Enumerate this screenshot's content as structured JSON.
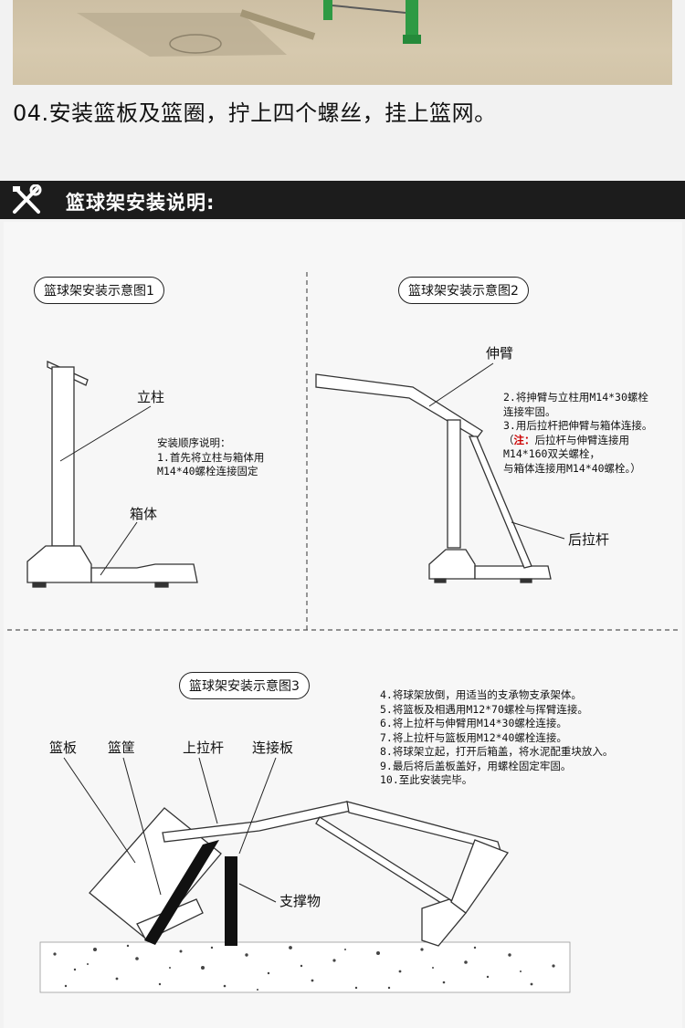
{
  "step_caption": "04.安装篮板及篮圈，拧上四个螺丝，挂上篮网。",
  "section": {
    "title": "篮球架安装说明:",
    "icon": "tools-icon"
  },
  "diagram1": {
    "title": "篮球架安装示意图1",
    "label_post": "立柱",
    "label_box": "箱体",
    "note_title": "安装顺序说明：",
    "note_line1": "1.首先将立柱与箱体用",
    "note_line2": "M14*40螺栓连接固定"
  },
  "diagram2": {
    "title": "篮球架安装示意图2",
    "label_arm": "伸臂",
    "label_rod": "后拉杆",
    "note_line1": "2.将抻臂与立柱用M14*30螺栓",
    "note_line2": "连接牢固。",
    "note_line3": "3.用后拉杆把伸臂与箱体连接。",
    "note_prefix": "（",
    "note_red": "注：",
    "note_line4": "后拉杆与伸臂连接用",
    "note_line5": "M14*160双关螺栓，",
    "note_line6": "与箱体连接用M14*40螺栓。）"
  },
  "diagram3": {
    "title": "篮球架安装示意图3",
    "label_board": "篮板",
    "label_hoop": "篮筐",
    "label_upper_rod": "上拉杆",
    "label_connector": "连接板",
    "label_support": "支撑物",
    "steps": [
      "4.将球架放倒，用适当的支承物支承架体。",
      "5.将篮板及相遇用M12*70螺栓与挥臂连接。",
      "6.将上拉杆与伸臂用M14*30螺栓连接。",
      "7.将上拉杆与篮板用M12*40螺栓连接。",
      "8.将球架立起，打开后箱盖，将水泥配重块放入。",
      "9.最后将后盖板盖好，用螺栓固定牢固。",
      "10.至此安装完毕。"
    ]
  }
}
